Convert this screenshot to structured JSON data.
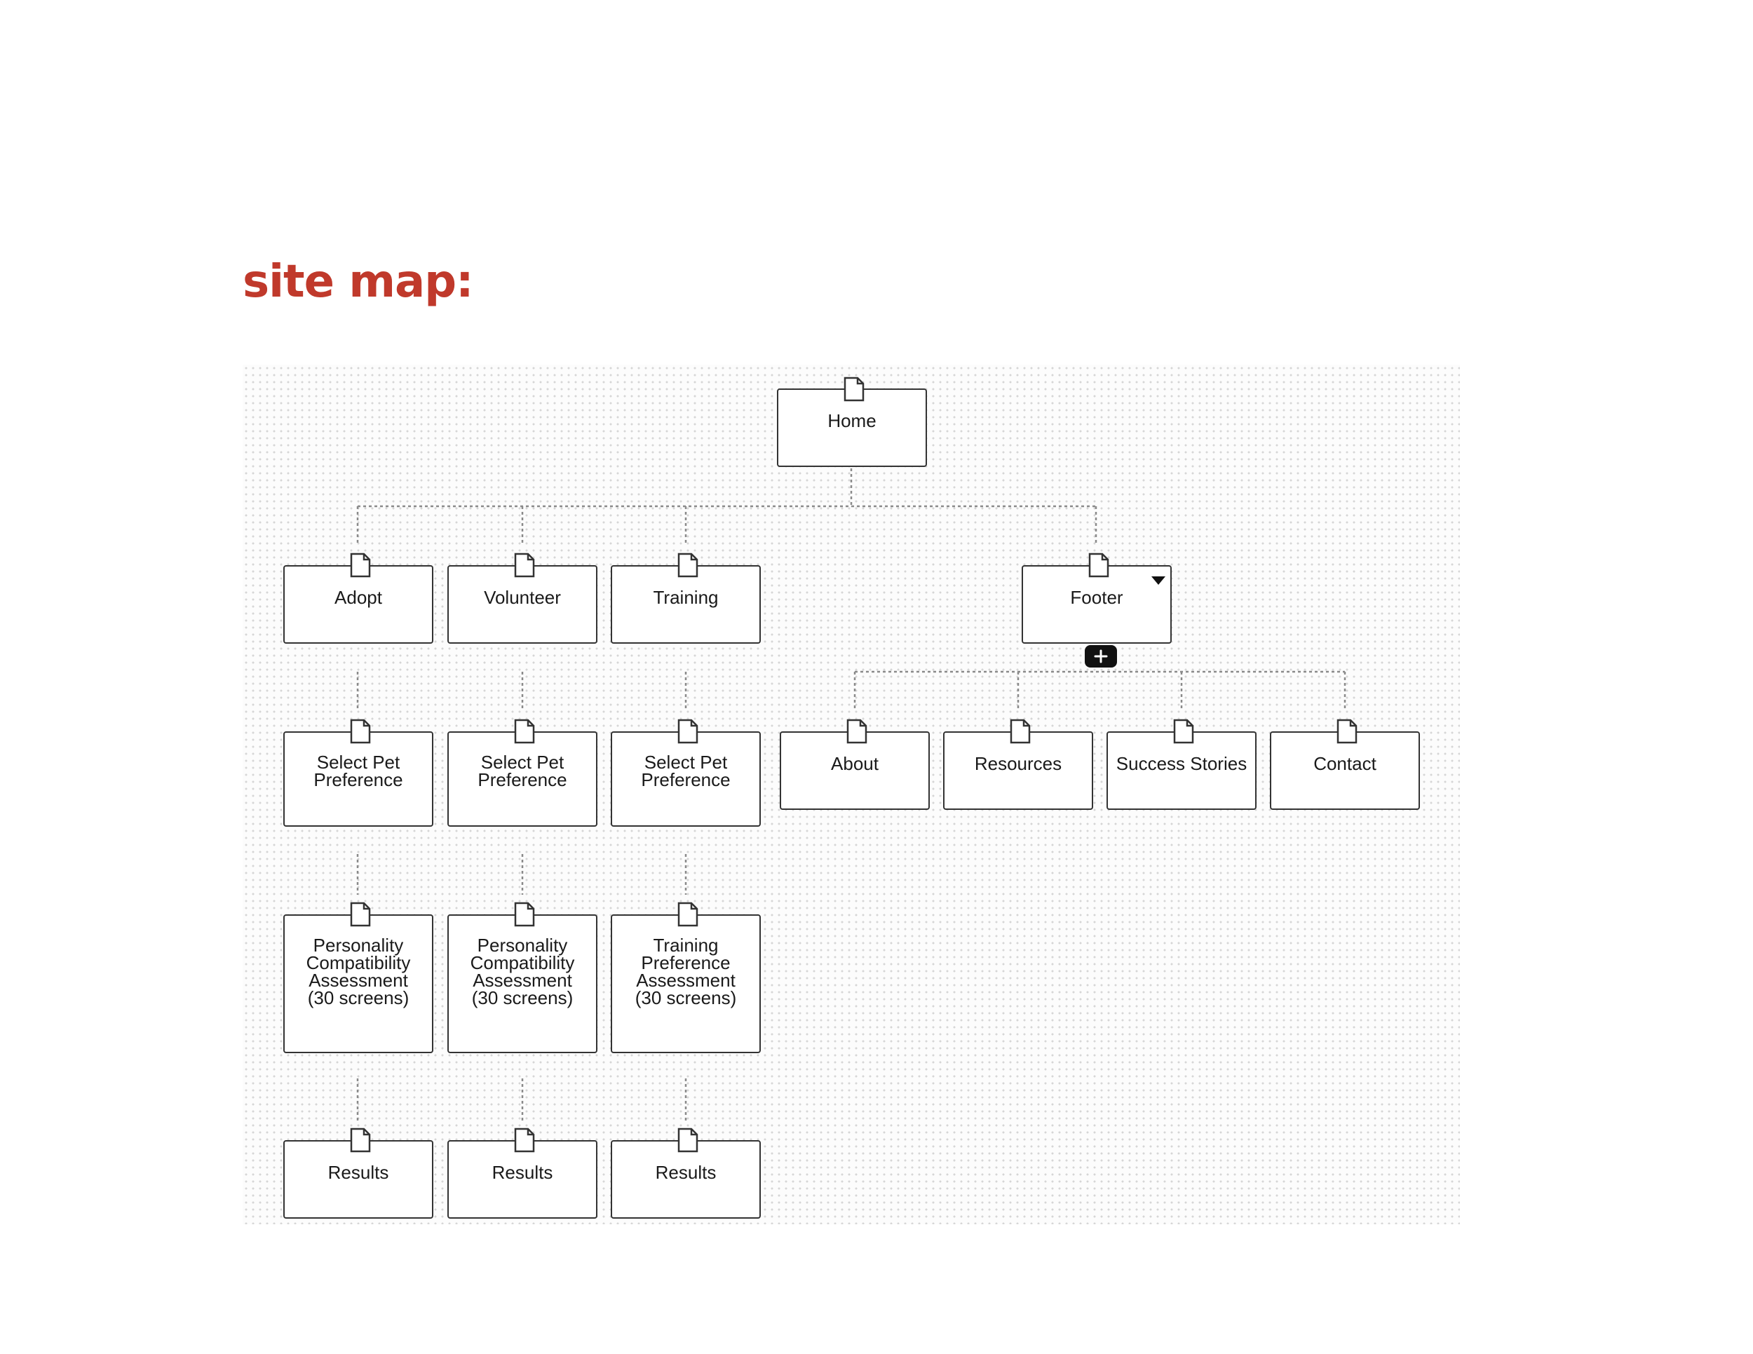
{
  "title": "site map:",
  "nodes": {
    "home": "Home",
    "adopt": "Adopt",
    "volunteer": "Volunteer",
    "training": "Training",
    "footer": "Footer",
    "select_pet_adopt": "Select Pet\nPreference",
    "select_pet_volunteer": "Select Pet\nPreference",
    "select_pet_training": "Select Pet\nPreference",
    "about": "About",
    "resources": "Resources",
    "success_stories": "Success Stories",
    "contact": "Contact",
    "assessment_adopt": "Personality\nCompatibility\nAssessment\n(30 screens)",
    "assessment_volunteer": "Personality\nCompatibility\nAssessment\n(30 screens)",
    "assessment_training": "Training\nPreference\nAssessment\n(30 screens)",
    "results_adopt": "Results",
    "results_volunteer": "Results",
    "results_training": "Results"
  },
  "icons": {
    "page": "page-icon",
    "dropdown": "dropdown-arrow-icon",
    "add": "plus-icon"
  }
}
